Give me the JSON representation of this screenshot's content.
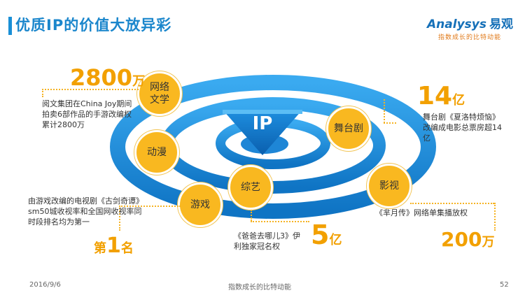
{
  "header": {
    "title": "优质IP的价值大放异彩",
    "brand_en": "nalysys",
    "brand_prefix": "A",
    "brand_cn": "易观",
    "slogan": "指数成长的比特动能"
  },
  "center": {
    "label": "IP"
  },
  "nodes": {
    "literature": "网络\n文学",
    "anime": "动漫",
    "game": "游戏",
    "variety": "综艺",
    "stage": "舞台剧",
    "film": "影视"
  },
  "stats": {
    "literature": {
      "number": "2800",
      "unit": "万",
      "desc": "阅文集团在China Joy期间拍卖6部作品的手游改编权累计2800万"
    },
    "stage": {
      "number": "14",
      "unit": "亿",
      "desc": "舞台剧《夏洛特烦恼》改编成电影总票房超14亿"
    },
    "game": {
      "prefix": "第",
      "number": "1",
      "unit": "名",
      "desc": "由游戏改编的电视剧《古剑奇谭》sm50城收视率和全国网收视率同时段排名均为第一"
    },
    "variety": {
      "number": "5",
      "unit": "亿",
      "desc": "《爸爸去哪儿3》伊利独家冠名权"
    },
    "film": {
      "number": "200",
      "unit": "万",
      "desc": "《芈月传》网络单集播放权"
    }
  },
  "footer": {
    "date": "2016/9/6",
    "center_text": "指数成长的比特动能",
    "page": "52"
  },
  "colors": {
    "accent_blue": "#1a8fd6",
    "accent_orange": "#f9b820"
  }
}
